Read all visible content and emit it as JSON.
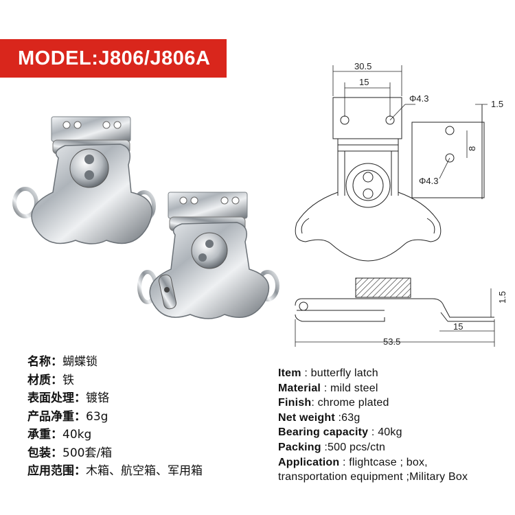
{
  "header": {
    "model": "MODEL:J806/J806A"
  },
  "drawing": {
    "dims": {
      "width_total": "30.5",
      "hole_spacing_top": "15",
      "hole_dia_1": "Φ4.3",
      "thickness_side": "1.5",
      "hole_spacing_side": "8",
      "hole_dia_2": "Φ4.3",
      "thickness_bottom": "1.5",
      "offset_bottom": "15",
      "length_total": "53.5"
    }
  },
  "specs_cn": [
    {
      "key": "名称：",
      "value": "蝴蝶锁"
    },
    {
      "key": "材质：",
      "value": "铁"
    },
    {
      "key": "表面处理：",
      "value": "镀铬"
    },
    {
      "key": "产品净重：",
      "value": "63g"
    },
    {
      "key": "承重：",
      "value": "40kg"
    },
    {
      "key": "包装：",
      "value": "500套/箱"
    },
    {
      "key": "应用范围：",
      "value": "木箱、航空箱、军用箱"
    }
  ],
  "specs_en": [
    {
      "key": "Item",
      "value": " : butterfly latch"
    },
    {
      "key": "Material",
      "value": " : mild steel"
    },
    {
      "key": "Finish",
      "value": ": chrome plated"
    },
    {
      "key": "Net weight",
      "value": " :63g"
    },
    {
      "key": "Bearing capacity",
      "value": " : 40kg"
    },
    {
      "key": "Packing",
      "value": " :500 pcs/ctn"
    },
    {
      "key": "Application",
      "value": " : flightcase ; box,"
    },
    {
      "key": "",
      "value": "transportation equipment ;Military Box"
    }
  ]
}
